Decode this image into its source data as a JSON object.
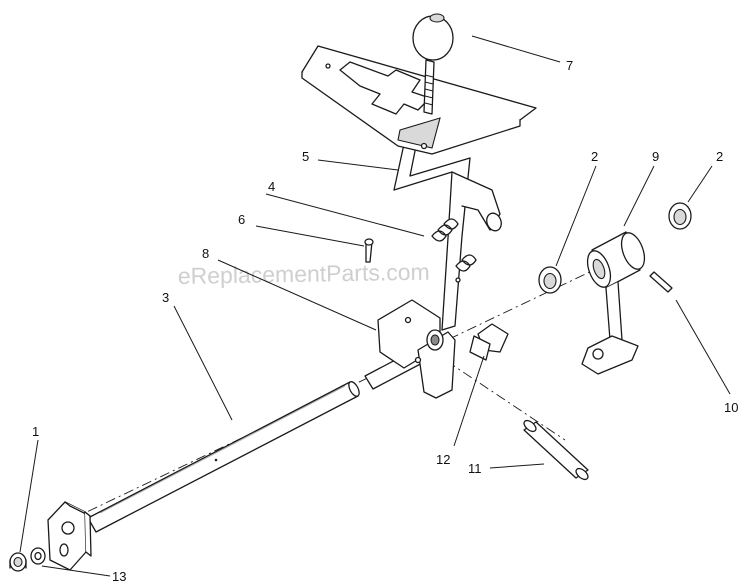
{
  "watermark": "eReplacementParts.com",
  "callouts": [
    {
      "id": "c1",
      "text": "1"
    },
    {
      "id": "c2a",
      "text": "2"
    },
    {
      "id": "c2b",
      "text": "2"
    },
    {
      "id": "c3",
      "text": "3"
    },
    {
      "id": "c4",
      "text": "4"
    },
    {
      "id": "c5",
      "text": "5"
    },
    {
      "id": "c6",
      "text": "6"
    },
    {
      "id": "c7",
      "text": "7"
    },
    {
      "id": "c8",
      "text": "8"
    },
    {
      "id": "c9",
      "text": "9"
    },
    {
      "id": "c10",
      "text": "10"
    },
    {
      "id": "c11",
      "text": "11"
    },
    {
      "id": "c12",
      "text": "12"
    },
    {
      "id": "c13",
      "text": "13"
    }
  ]
}
